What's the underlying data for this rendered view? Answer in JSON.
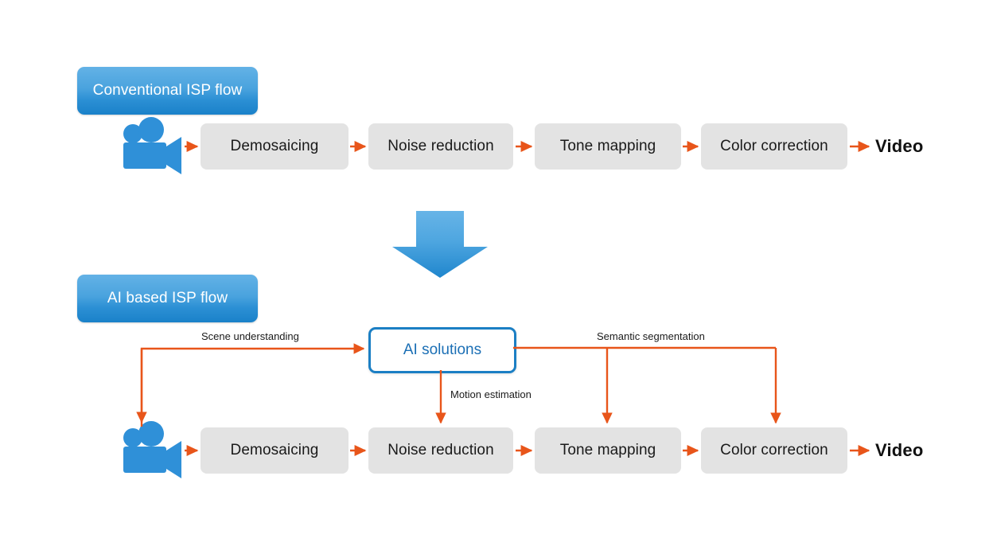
{
  "diagram": {
    "title_top": "Conventional ISP flow",
    "title_bottom": "AI based ISP flow",
    "colors": {
      "accent_blue": "#1b7fc4",
      "pill_blue_light": "#63b2e6",
      "pill_blue_dark": "#1a81c9",
      "arrow_orange": "#e8551a",
      "box_gray": "#e3e3e3",
      "text_dark": "#1a1a1a",
      "camera_blue": "#2f90d8"
    },
    "conventional_flow": {
      "source_icon": "video-camera-icon",
      "stages": [
        "Demosaicing",
        "Noise reduction",
        "Tone mapping",
        "Color correction"
      ],
      "output_label": "Video"
    },
    "transition_arrow": "down-arrow-icon",
    "ai_flow": {
      "source_icon": "video-camera-icon",
      "stages": [
        "Demosaicing",
        "Noise reduction",
        "Tone mapping",
        "Color correction"
      ],
      "output_label": "Video",
      "ai_block_label": "AI solutions",
      "annotations": [
        "Scene understanding",
        "Motion estimation",
        "Semantic segmentation"
      ]
    }
  }
}
